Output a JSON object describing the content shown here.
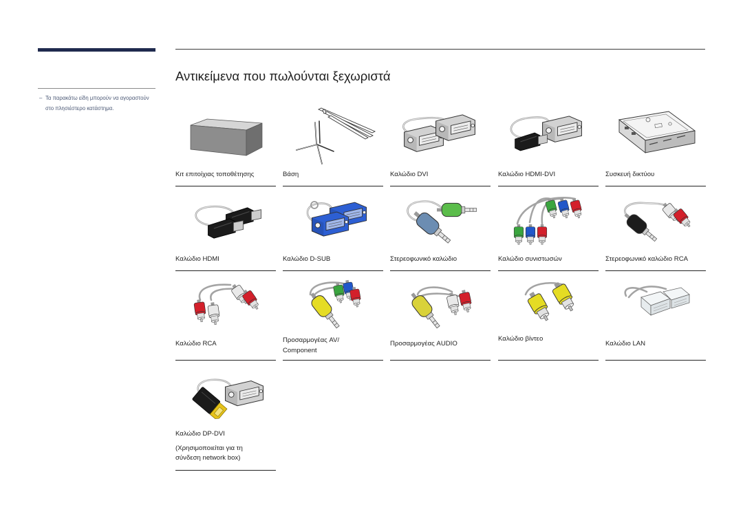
{
  "page": {
    "title": "Αντικείμενα που πωλούνται ξεχωριστά",
    "note_dash": "–",
    "note": "Τα παρακάτω είδη μπορούν να αγοραστούν στο πλησιέστερο κατάστημα."
  },
  "items": [
    {
      "label": "Κιτ επιτοίχιας τοποθέτησης",
      "image": "wall-mount-kit-image"
    },
    {
      "label": "Βάση",
      "image": "stand-image"
    },
    {
      "label": "Καλώδιο DVI",
      "image": "dvi-cable-image"
    },
    {
      "label": "Καλώδιο HDMI-DVI",
      "image": "hdmi-dvi-cable-image"
    },
    {
      "label": "Συσκευή δικτύου",
      "image": "network-box-image"
    },
    {
      "label": "Καλώδιο HDMI",
      "image": "hdmi-cable-image"
    },
    {
      "label": "Καλώδιο D-SUB",
      "image": "d-sub-cable-image"
    },
    {
      "label": "Στερεοφωνικό καλώδιο",
      "image": "stereo-cable-image"
    },
    {
      "label": "Καλώδιο συνιστωσών",
      "image": "component-cable-image"
    },
    {
      "label": "Στερεοφωνικό καλώδιο RCA",
      "image": "rca-stereo-cable-image"
    },
    {
      "label": "Καλώδιο RCA",
      "image": "rca-cable-image"
    },
    {
      "label": "Προσαρμογέας AV/",
      "label_line2": "Component",
      "image": "av-component-adapter-image"
    },
    {
      "label": "Προσαρμογέας AUDIO",
      "image": "audio-adapter-image"
    },
    {
      "label": "Καλώδιο βίντεο",
      "image": "video-cable-image"
    },
    {
      "label": "Καλώδιο LAN",
      "image": "lan-cable-image"
    },
    {
      "label": "Καλώδιο DP-DVI",
      "note_line1": "(Χρησιμοποιείται για τη",
      "note_line2": "σύνδεση network box)",
      "image": "dp-dvi-cable-image"
    }
  ],
  "colors": {
    "header_bar": "#1f2a4e",
    "note_text": "#4b5875",
    "rca_red": "#d3202b",
    "rca_white": "#e9e9e9",
    "rca_yellow": "#e5dc24",
    "rca_green": "#3aa53f",
    "rca_blue": "#2157c9",
    "d_sub_blue": "#2d5fd3"
  }
}
